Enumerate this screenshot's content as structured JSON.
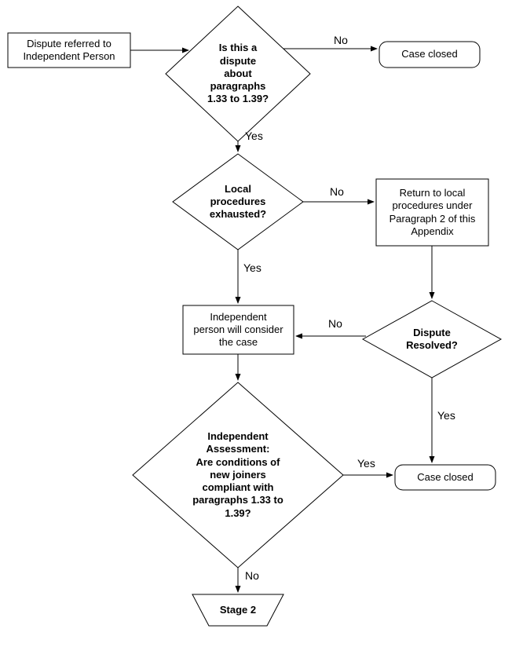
{
  "flowchart": {
    "nodes": {
      "start": "Dispute referred to\nIndependent Person",
      "q1": "Is this a\ndispute\nabout\nparagraphs\n1.33 to 1.39?",
      "case_closed_1": "Case closed",
      "q2": "Local\nprocedures\nexhausted?",
      "return_to_local": "Return to local\nprocedures under\nParagraph 2 of this\nAppendix",
      "dispute_resolved": "Dispute\nResolved?",
      "consider": "Independent\nperson will consider\nthe case",
      "q4": "Independent\nAssessment:\nAre conditions of\nnew joiners\ncompliant with\nparagraphs 1.33 to\n1.39?",
      "case_closed_2": "Case closed",
      "stage2": "Stage 2"
    },
    "edge_labels": {
      "q1_no": "No",
      "q1_yes": "Yes",
      "q2_no": "No",
      "q2_yes": "Yes",
      "q3_no": "No",
      "q3_yes": "Yes",
      "q4_yes": "Yes",
      "q4_no": "No"
    },
    "colors": {
      "stroke": "#000000",
      "fill": "#ffffff",
      "text": "#000000",
      "background": "#ffffff"
    }
  }
}
